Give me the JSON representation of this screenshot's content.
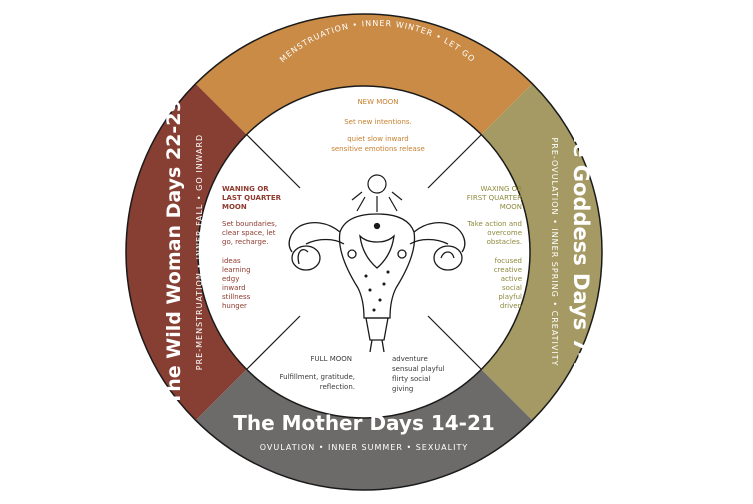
{
  "colors": {
    "crone": "#C98B45",
    "goddess": "#A59A63",
    "mother": "#6C6B6A",
    "wild": "#883F33",
    "crone_text": "#C67F2E",
    "goddess_text": "#8E8A3C",
    "wild_text": "#8E3A2E",
    "mother_text": "#3A3A3A"
  },
  "ring": {
    "crone": {
      "title": "The Crone  Days 1-6",
      "subtitle": "MENSTRUATION  •  INNER WINTER  •  LET GO"
    },
    "goddess": {
      "title": "The Goddess  Days 7-13",
      "subtitle": "PRE-OVULATION  •  INNER SPRING  •  CREATIVITY"
    },
    "mother": {
      "title": "The Mother  Days 14-21",
      "subtitle": "OVULATION  •  INNER SUMMER  •  SEXUALITY"
    },
    "wild": {
      "title": "The Wild Woman  Days 22-29",
      "subtitle": "PRE-MENSTRUATION  •  INNER FALL  •  GO INWARD"
    }
  },
  "inner": {
    "new_moon": {
      "heading": "NEW MOON",
      "intent": "Set new intentions.",
      "words_1": "quiet   slow   inward",
      "words_2": "sensitive   emotions   release"
    },
    "waxing": {
      "heading": [
        "WAXING OR",
        "FIRST QUARTER",
        "MOON"
      ],
      "intent": [
        "Take action and",
        "overcome",
        "obstacles."
      ],
      "words": [
        "focused",
        "creative",
        "active",
        "social",
        "playful",
        "driven"
      ]
    },
    "full_moon": {
      "heading": "FULL MOON",
      "intent": [
        "Fulfillment, gratitude,",
        "reflection."
      ],
      "words": [
        "adventure",
        "sensual   playful",
        "flirty   social",
        "giving"
      ]
    },
    "waning": {
      "heading": [
        "WANING OR",
        "LAST QUARTER",
        "MOON"
      ],
      "intent": [
        "Set boundaries,",
        "clear space, let",
        "go, recharge."
      ],
      "words": [
        "ideas",
        "learning",
        "edgy",
        "inward",
        "stillness",
        "hunger"
      ]
    }
  }
}
